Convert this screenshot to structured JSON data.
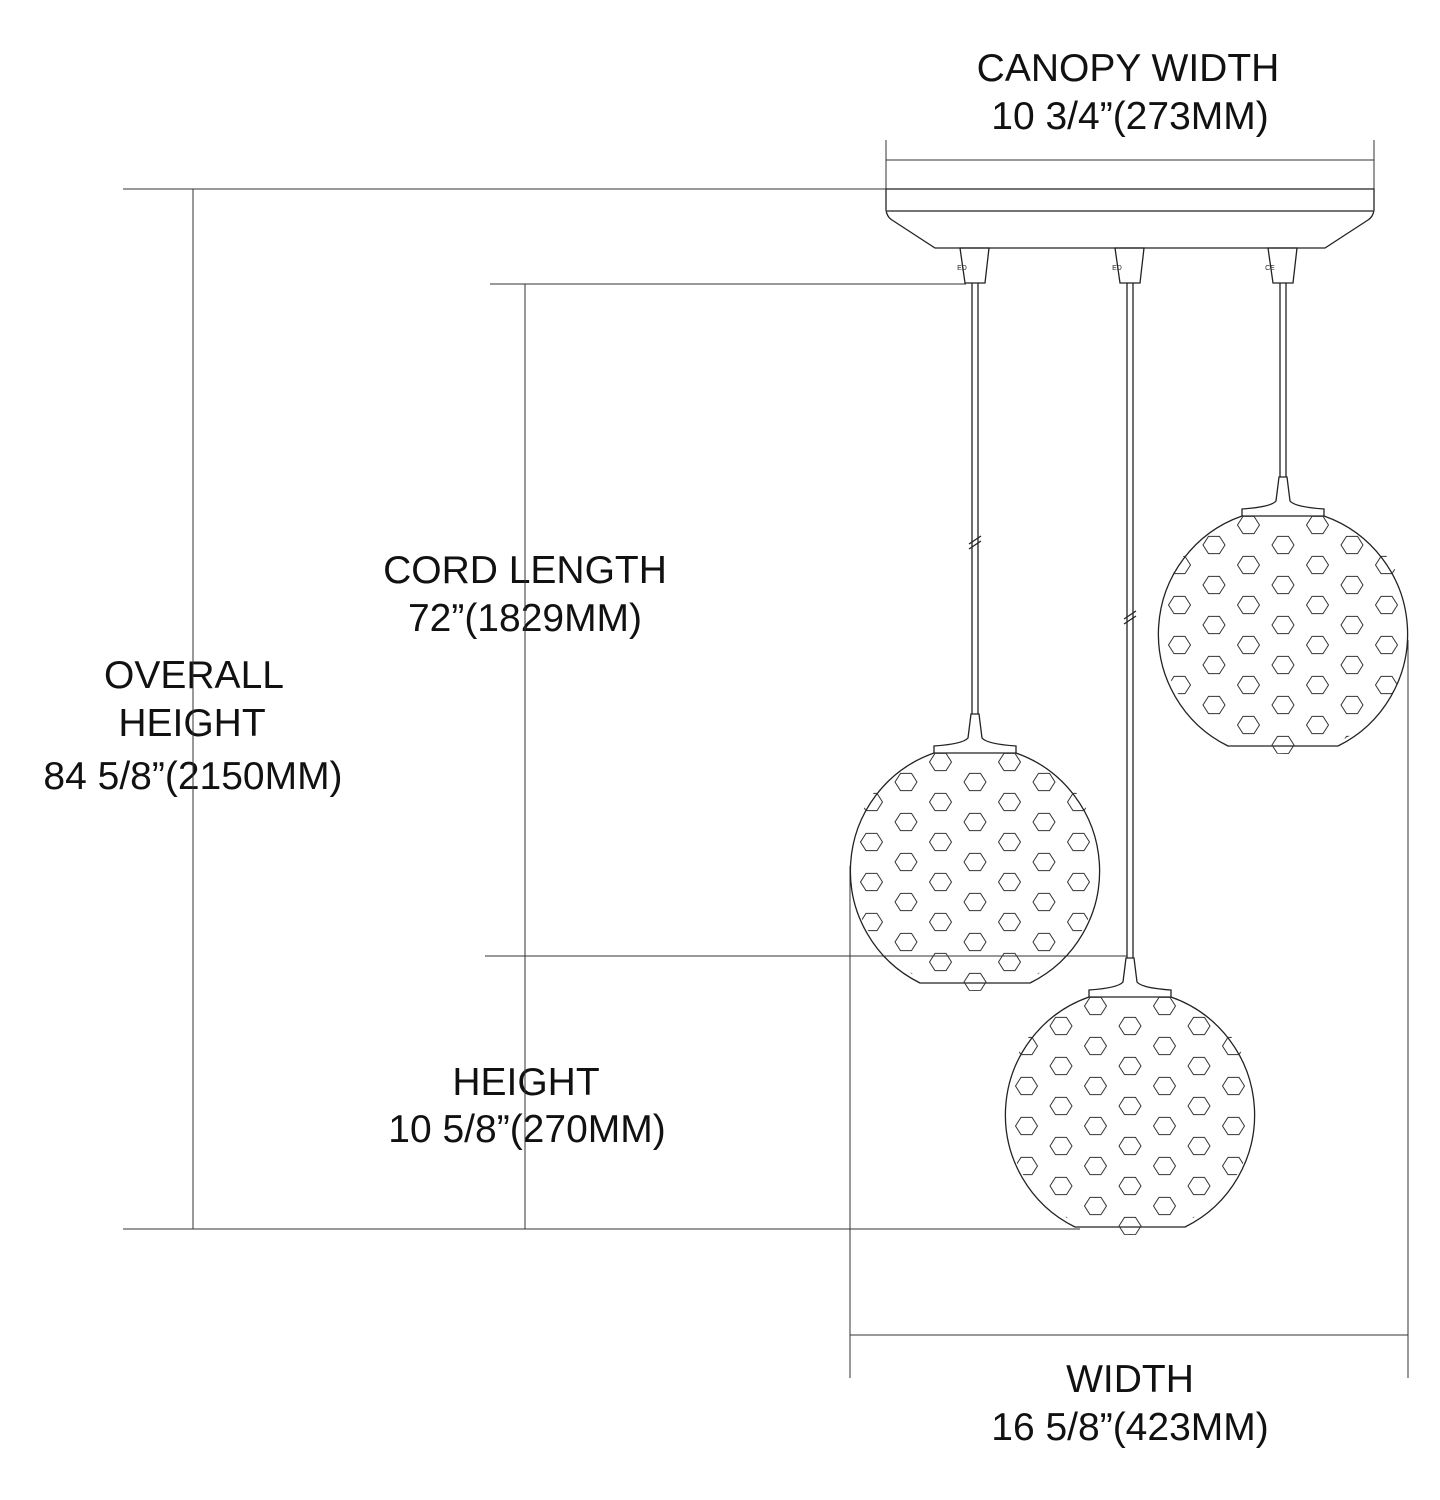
{
  "labels": {
    "canopy_width": {
      "title": "CANOPY WIDTH",
      "value": "10 3/4”(273MM)"
    },
    "cord_length": {
      "title": "CORD LENGTH",
      "value": "72”(1829MM)"
    },
    "overall_height": {
      "title_line1": "OVERALL",
      "title_line2": "HEIGHT",
      "value": "84 5/8”(2150MM)"
    },
    "height": {
      "title": "HEIGHT",
      "value": "10 5/8”(270MM)"
    },
    "width": {
      "title": "WIDTH",
      "value": "16 5/8”(423MM)"
    }
  },
  "socket_marks": [
    "ED",
    "ED",
    "CE"
  ],
  "pendant_count": 3,
  "line_color": "#222222"
}
